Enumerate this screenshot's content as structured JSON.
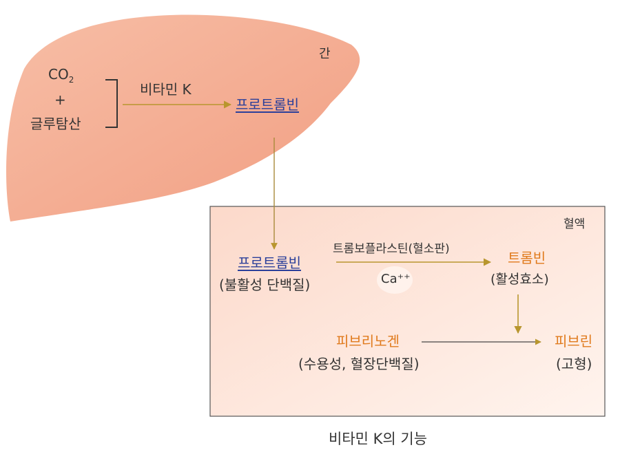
{
  "liver": {
    "label": "간"
  },
  "reactants": {
    "co2": "CO",
    "co2_sub": "2",
    "plus": "+",
    "glutamate": "글루탐산"
  },
  "vitamin_k": "비타민 K",
  "liver_prothrombin": "프로트롬빈",
  "blood": {
    "label": "혈액",
    "prothrombin": "프로트롬빈",
    "prothrombin_desc": "(불활성 단백질)",
    "thromboplastin": "트롬보플라스틴(혈소판)",
    "calcium": "Ca⁺⁺",
    "thrombin": "트롬빈",
    "thrombin_desc": "(활성효소)",
    "fibrinogen": "피브리노겐",
    "fibrinogen_desc": "(수용성, 혈장단백질)",
    "fibrin": "피브린",
    "fibrin_desc": "(고형)"
  },
  "caption": "비타민 K의 기능",
  "colors": {
    "liver_fill": "#f4a98c",
    "blood_fill": "#fde3d7",
    "arrow": "#b8962e",
    "blue_text": "#2a3f9a",
    "orange_text": "#e07a1c"
  }
}
